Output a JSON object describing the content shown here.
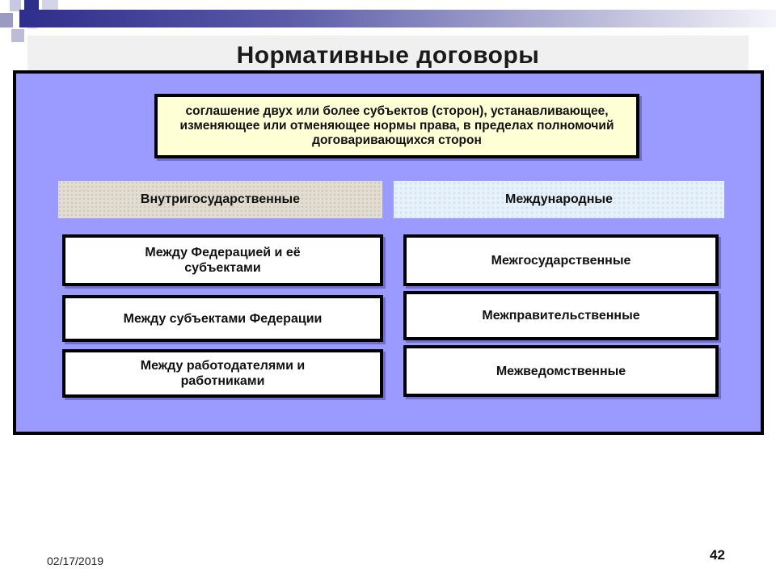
{
  "slide": {
    "title": "Нормативные договоры",
    "definition": "соглашение двух или более субъектов (сторон), устанавливающее, изменяющее или отменяющее нормы права, в пределах полномочий договаривающихся сторон"
  },
  "categories": {
    "domestic": {
      "label": "Внутригосударственные",
      "items": [
        "Между Федерацией и её субъектами",
        "Между субъектами Федерации",
        "Между работодателями и работниками"
      ]
    },
    "international": {
      "label": "Международные",
      "items": [
        "Межгосударственные",
        "Межправительственные",
        "Межведомственные"
      ]
    }
  },
  "footer": {
    "date": "02/17/2019",
    "page_number": "42"
  },
  "colors": {
    "panel": "#9b9bff",
    "definition_fill": "#ffffd6",
    "header_bar_dark": "#2e2e8c"
  }
}
